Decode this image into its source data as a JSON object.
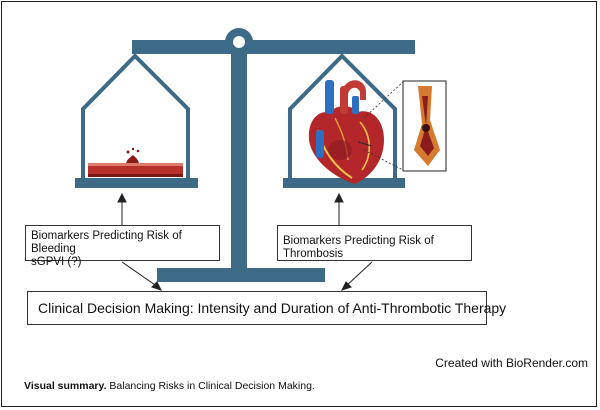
{
  "bleeding_box": {
    "line1": "Biomarkers Predicting Risk of Bleeding",
    "line2": "sGPVI (?)"
  },
  "thrombosis_box": {
    "label": "Biomarkers Predicting Risk of Thrombosis"
  },
  "decision_box": {
    "label": "Clinical Decision Making:  Intensity and Duration of Anti-Thrombotic Therapy"
  },
  "credit": "Created with BioRender.com",
  "caption": {
    "bold": "Visual summary.",
    "text": " Balancing Risks in Clinical Decision Making."
  },
  "colors": {
    "scale": "#3d6b87",
    "vessel": "#a52a2a",
    "heart": "#b3262a",
    "artery_blue": "#2f6fc0"
  }
}
